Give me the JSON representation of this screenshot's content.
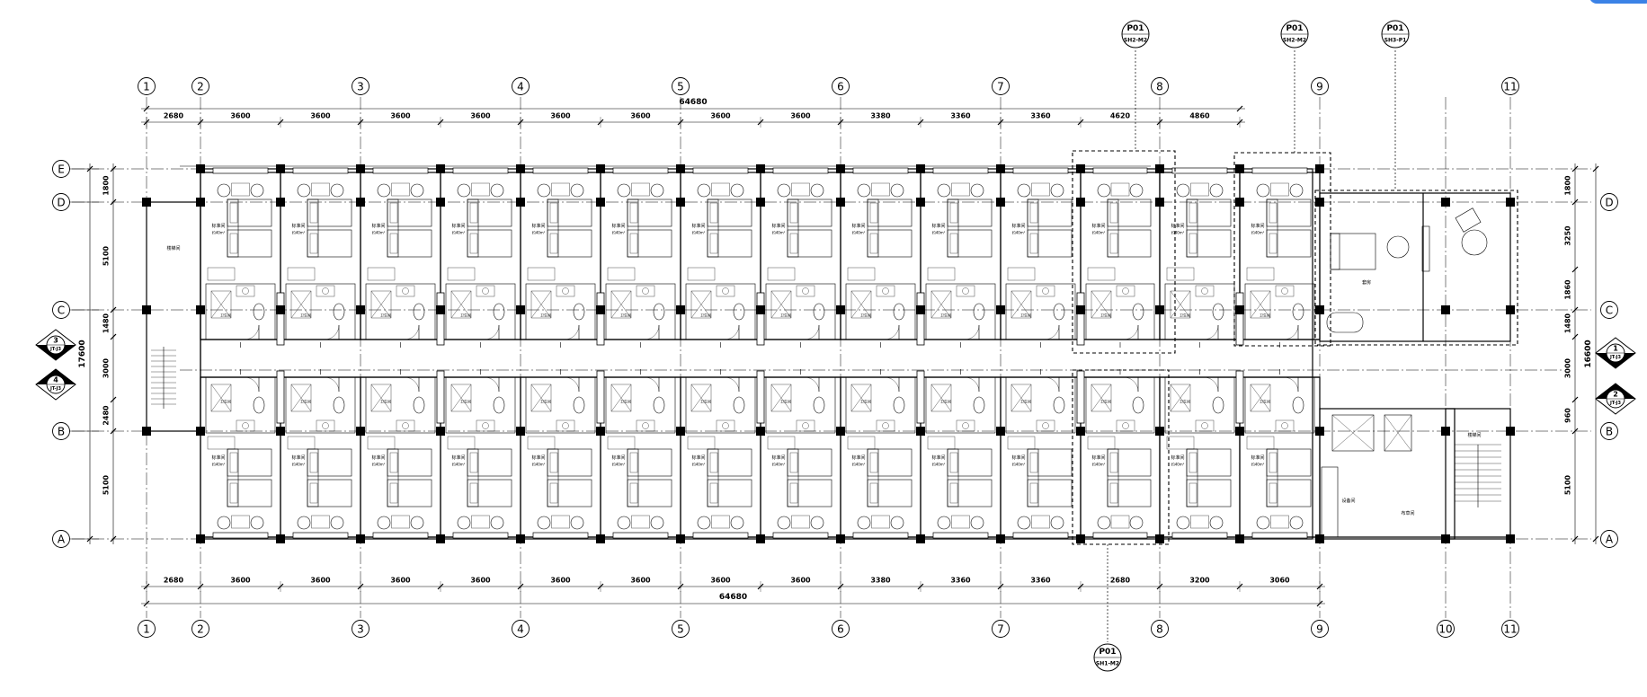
{
  "grid": {
    "columns": [
      "1",
      "2",
      "3",
      "4",
      "5",
      "6",
      "7",
      "8",
      "9",
      "10",
      "11"
    ],
    "rows": [
      "A",
      "B",
      "C",
      "D",
      "E"
    ]
  },
  "dimensions": {
    "top_overall": "64680",
    "bottom_overall": "64680",
    "top_segments": [
      "2680",
      "3600",
      "3600",
      "3600",
      "3600",
      "3600",
      "3600",
      "3600",
      "3600",
      "3380",
      "3360",
      "3360",
      "4620",
      "4860"
    ],
    "bottom_segments": [
      "2680",
      "3600",
      "3600",
      "3600",
      "3600",
      "3600",
      "3600",
      "3600",
      "3600",
      "3380",
      "3360",
      "3360",
      "2680",
      "3200",
      "3060"
    ],
    "left_overall": "17600",
    "left_segments": [
      "1800",
      "5100",
      "1480",
      "3000",
      "2480",
      "5100"
    ],
    "right_overall": "16600",
    "right_segments": [
      "1800",
      "3250",
      "1860",
      "1480",
      "3000",
      "960",
      "5100"
    ]
  },
  "section_marks": [
    {
      "number": "3",
      "sheet": "JT-J3"
    },
    {
      "number": "4",
      "sheet": "JT-J3"
    },
    {
      "number": "1",
      "sheet": "JT-J3"
    },
    {
      "number": "2",
      "sheet": "JT-J3"
    }
  ],
  "detail_tags": [
    {
      "id": "P01",
      "sheet": "SH2-M2"
    },
    {
      "id": "P01",
      "sheet": "SH2-M2"
    },
    {
      "id": "P01",
      "sheet": "SH3-P1"
    },
    {
      "id": "P01",
      "sheet": "SH1-M2"
    }
  ],
  "room_labels": {
    "standard_room": "标准间",
    "room_area": "约40m²",
    "bathroom": "卫生间",
    "equipment": "设备间",
    "stair": "楼梯间",
    "suite": "套房",
    "pantry": "布草间"
  },
  "colors": {
    "ink": "#000000",
    "accent_tab": "#3b82e6"
  }
}
